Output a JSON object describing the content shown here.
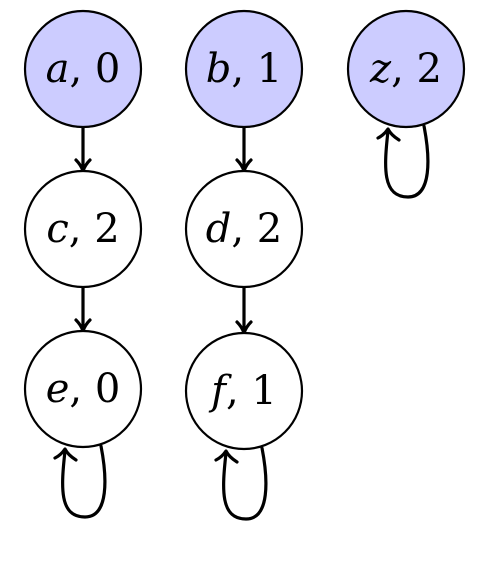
{
  "colors": {
    "highlight_fill": "#ccccff",
    "plain_fill": "#ffffff",
    "stroke": "#000000"
  },
  "nodes": [
    {
      "id": "a",
      "name": "a",
      "value": "0",
      "highlighted": true
    },
    {
      "id": "b",
      "name": "b",
      "value": "1",
      "highlighted": true
    },
    {
      "id": "z",
      "name": "z",
      "value": "2",
      "highlighted": true
    },
    {
      "id": "c",
      "name": "c",
      "value": "2",
      "highlighted": false
    },
    {
      "id": "d",
      "name": "d",
      "value": "2",
      "highlighted": false
    },
    {
      "id": "e",
      "name": "e",
      "value": "0",
      "highlighted": false
    },
    {
      "id": "f",
      "name": "f",
      "value": "1",
      "highlighted": false
    }
  ],
  "edges": [
    {
      "from": "a",
      "to": "c"
    },
    {
      "from": "c",
      "to": "e"
    },
    {
      "from": "b",
      "to": "d"
    },
    {
      "from": "d",
      "to": "f"
    }
  ],
  "self_loops": [
    "z",
    "e",
    "f"
  ]
}
